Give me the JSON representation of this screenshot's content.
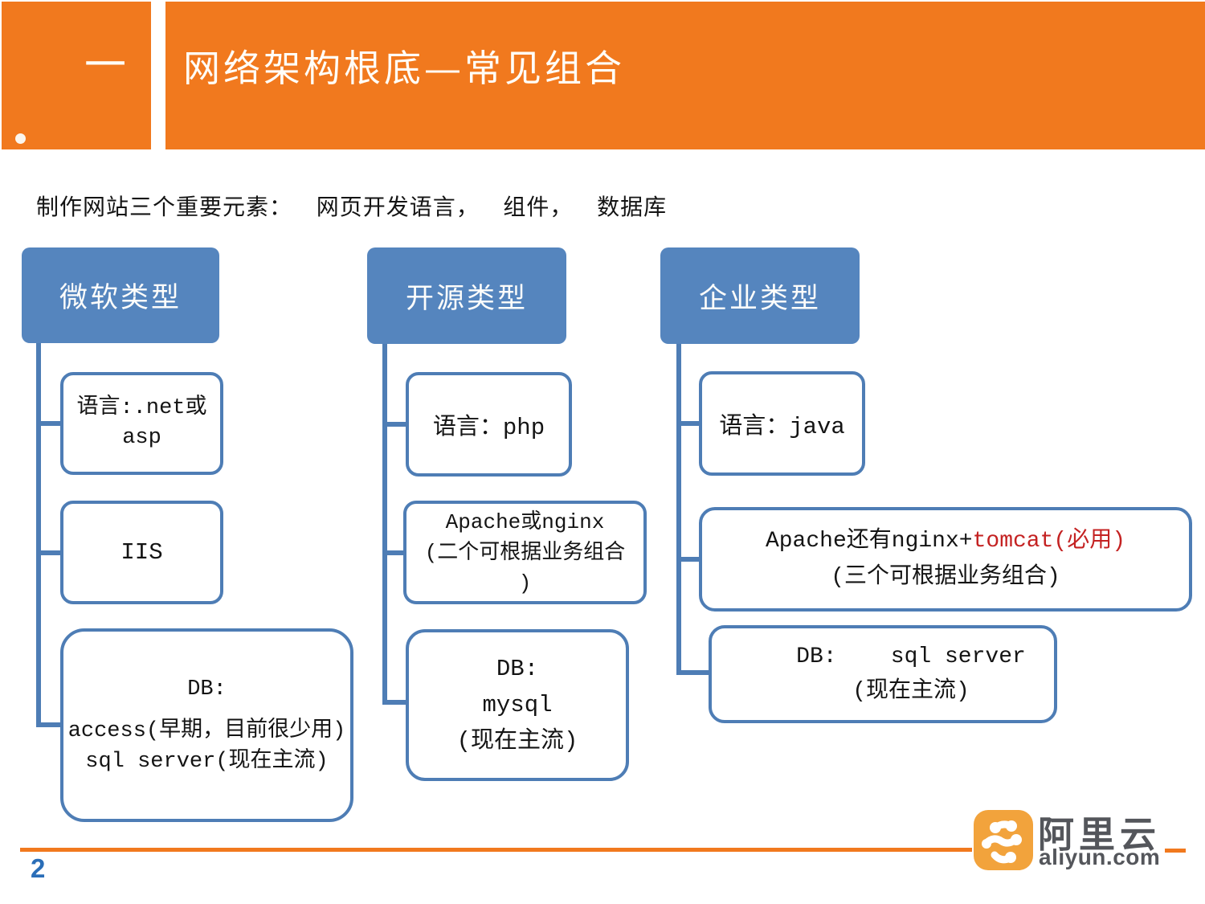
{
  "header": {
    "section_number": "一",
    "title": "网络架构根底—常见组合"
  },
  "intro": {
    "text": "制作网站三个重要元素：   网页开发语言，   组件，   数据库"
  },
  "diagram": {
    "columns": [
      {
        "header": "微软类型",
        "boxes": [
          {
            "lines": [
              "语言:.net或",
              "asp"
            ]
          },
          {
            "lines": [
              "IIS"
            ]
          },
          {
            "lines": [
              "DB:",
              "access(早期，目前很少用)",
              "sql server(现在主流)"
            ]
          }
        ]
      },
      {
        "header": "开源类型",
        "boxes": [
          {
            "lines": [
              "语言：php"
            ]
          },
          {
            "lines": [
              "Apache或nginx",
              "(二个可根据业务组合",
              ")"
            ]
          },
          {
            "lines": [
              "DB:",
              "mysql",
              "(现在主流)"
            ]
          }
        ]
      },
      {
        "header": "企业类型",
        "boxes": [
          {
            "lines": [
              "语言：java"
            ]
          },
          {
            "line1_black": "Apache还有nginx+",
            "line1_red": "tomcat(必用)",
            "line2": "(三个可根据业务组合)"
          },
          {
            "lines": [
              "DB:    sql server",
              "(现在主流)"
            ]
          }
        ]
      }
    ]
  },
  "footer": {
    "page_number": "2",
    "logo_cn": "阿里云",
    "logo_domain": "aliyun.com"
  },
  "colors": {
    "header_orange": "#F1791E",
    "logo_orange": "#F2A33C",
    "category_blue": "#5585BE",
    "connector_blue": "#4E7DB5",
    "highlight_red": "#C42222",
    "page_number_blue": "#2A6EB8",
    "logo_gray": "#54565B"
  }
}
